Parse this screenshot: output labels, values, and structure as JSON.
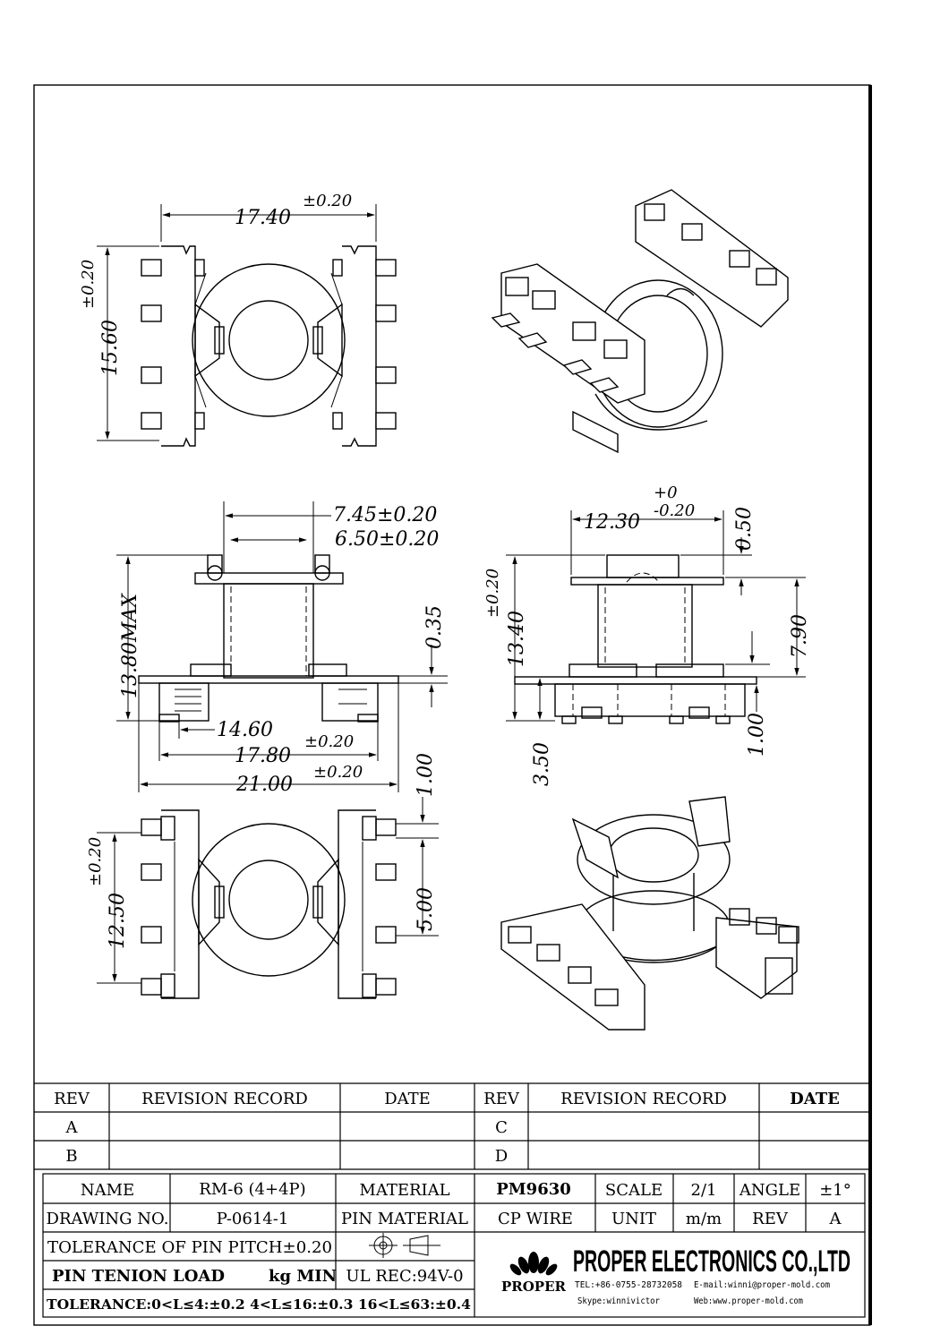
{
  "dimensions": {
    "top_width": "17.40",
    "top_width_tol": "±0.20",
    "top_height": "15.60",
    "top_height_tol": "±0.20",
    "flange_outer": "7.45±0.20",
    "flange_inner": "6.50±0.20",
    "max_height": "13.80MAX",
    "base_thick": "0.35",
    "pin_span_inner": "14.60",
    "pin_span_mid": "17.80",
    "pin_span_mid_tol": "±0.20",
    "pin_span_outer": "21.00",
    "pin_span_outer_tol": "±0.20",
    "side_pin_len": "1.00",
    "side_width": "12.30",
    "side_width_tol_plus": "+0",
    "side_width_tol_minus": "-0.20",
    "side_top_flange": "0.50",
    "side_height": "13.40",
    "side_height_tol": "±0.20",
    "side_upper": "7.90",
    "side_base": "3.50",
    "side_pin": "1.00",
    "bottom_height": "12.50",
    "bottom_height_tol": "±0.20",
    "bottom_pitch": "5.00",
    "bottom_pin": "1.00"
  },
  "revision_table": {
    "headers": [
      "REV",
      "REVISION RECORD",
      "DATE",
      "REV",
      "REVISION RECORD",
      "DATE"
    ],
    "rows": [
      [
        "A",
        "",
        "",
        "C",
        "",
        ""
      ],
      [
        "B",
        "",
        "",
        "D",
        "",
        ""
      ]
    ]
  },
  "title_block": {
    "name_label": "NAME",
    "name_value": "RM-6 (4+4P)",
    "material_label": "MATERIAL",
    "material_value": "PM9630",
    "scale_label": "SCALE",
    "scale_value": "2/1",
    "angle_label": "ANGLE",
    "angle_value": "±1°",
    "drawing_no_label": "DRAWING NO.",
    "drawing_no_value": "P-0614-1",
    "pin_material_label": "PIN MATERIAL",
    "pin_material_value": "CP WIRE",
    "unit_label": "UNIT",
    "unit_value": "m/m",
    "rev_label": "REV",
    "rev_value": "A",
    "pin_pitch_tol": "TOLERANCE OF PIN PITCH±0.20",
    "pin_tension_label": "PIN TENION LOAD",
    "pin_tension_unit": "kg MIN",
    "ul_rec": "UL REC:94V-0",
    "tolerance_line": "TOLERANCE:0<L≤4:±0.2  4<L≤16:±0.3  16<L≤63:±0.4",
    "company": "PROPER ELECTRONICS CO.,LTD",
    "logo_text": "PROPER",
    "tel": "TEL:+86-0755-28732058",
    "email": "E-mail:winni@proper-mold.com",
    "skype": "Skype:winnivictor",
    "web": "Web:www.proper-mold.com"
  }
}
